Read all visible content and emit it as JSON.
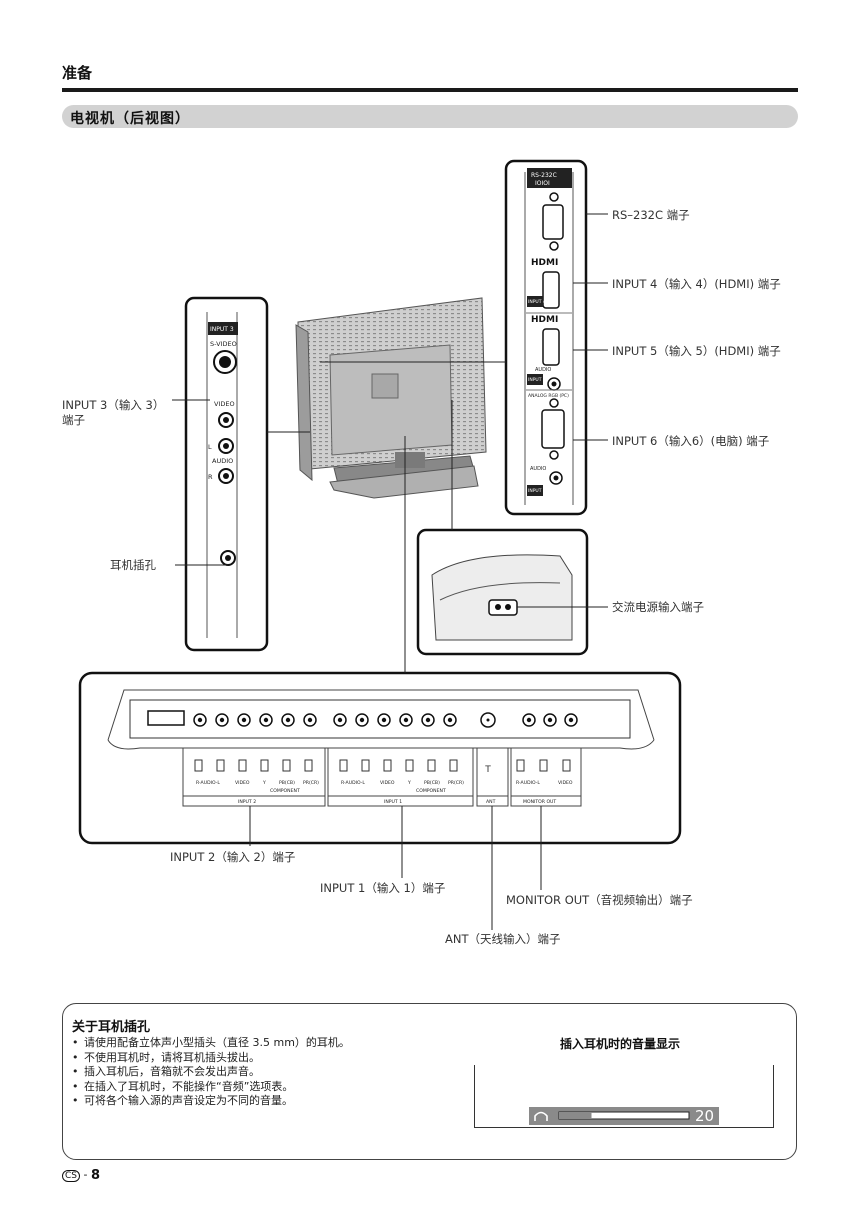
{
  "header": {
    "section": "准备",
    "subsection": "电视机（后视图）"
  },
  "labels": {
    "rs232c": "RS–232C 端子",
    "input4": "INPUT 4（输入 4）(HDMI) 端子",
    "input5": "INPUT 5（输入 5）(HDMI) 端子",
    "input6": "INPUT 6（输入6）(电脑) 端子",
    "input3_line1": "INPUT 3（输入 3）",
    "input3_line2": "端子",
    "headphone": "耳机插孔",
    "ac_power": "交流电源输入端子",
    "input2": "INPUT 2（输入 2）端子",
    "input1": "INPUT 1（输入 1）端子",
    "monitor_out": "MONITOR OUT（音视频输出）端子",
    "ant": "ANT（天线输入）端子"
  },
  "panel_text": {
    "rs232c_tag": "RS-232C",
    "rs232c_sub": "IOIOI",
    "hdmi": "HDMI",
    "input4_tag": "INPUT 4",
    "input5_tag": "INPUT 5",
    "audio": "AUDIO",
    "analog_rgb": "ANALOG RGB (PC)",
    "input6_tag": "INPUT 6",
    "input3_tag": "INPUT 3",
    "svideo": "S-VIDEO",
    "video": "VIDEO",
    "audio_l": "L",
    "audio_r": "R",
    "bottom_cols": [
      "R-AUDIO-L",
      "VIDEO",
      "Y",
      "PB(CB)",
      "PR(CR)"
    ],
    "component": "COMPONENT",
    "input2_tag": "INPUT 2",
    "input1_tag": "INPUT 1",
    "ant_tag": "ANT",
    "monitor_out_tag": "MONITOR OUT",
    "monitor_cols": [
      "R-AUDIO-L",
      "VIDEO"
    ]
  },
  "note": {
    "title": "关于耳机插孔",
    "items": [
      "请使用配备立体声小型插头（直径 3.5 mm）的耳机。",
      "不使用耳机时，请将耳机插头拔出。",
      "插入耳机后，音箱就不会发出声音。",
      "在插入了耳机时，不能操作“音频”选项表。",
      "可将各个输入源的声音设定为不同的音量。"
    ],
    "volume_title": "插入耳机时的音量显示",
    "volume_value": "20",
    "volume_level": 0.25
  },
  "footer": {
    "lang_mark": "CS",
    "page": "8"
  }
}
